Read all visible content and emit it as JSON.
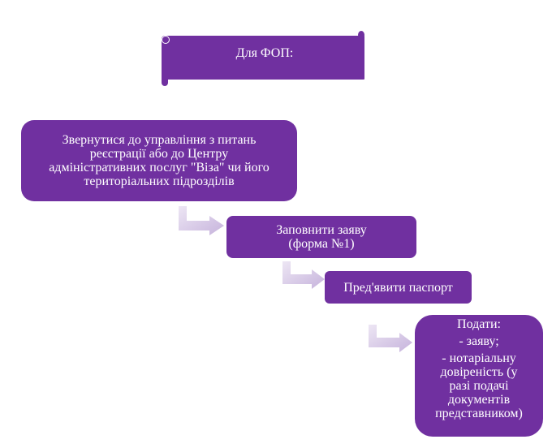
{
  "title": "Для ФОП:",
  "steps": {
    "contact": [
      "Звернутися до управління з питань",
      "реєстрації або до Центру",
      "адміністративних  послуг \"Віза\" чи його",
      "територіальних підрозділів"
    ],
    "form": [
      "Заповнити заяву",
      "(форма №1)"
    ],
    "passport": "Пред'явити паспорт",
    "submit": {
      "heading": "Подати:",
      "item1": "- заяву;",
      "item2": [
        "- нотаріальну",
        "довіреність (у",
        "разі подачі",
        "документів",
        "представником)"
      ]
    }
  },
  "colors": {
    "box_fill": "#7030a0",
    "arrow_fill": "#d6c8e6",
    "text": "#ffffff"
  }
}
